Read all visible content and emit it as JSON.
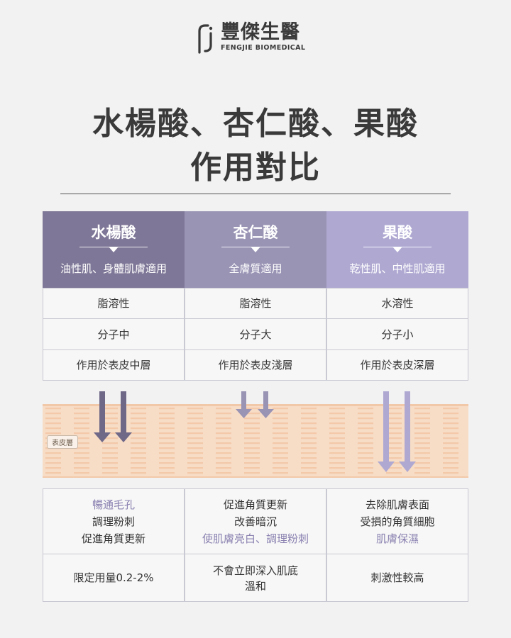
{
  "brand": {
    "name_cn": "豐傑生醫",
    "name_en": "FENGJIE BIOMEDICAL"
  },
  "title": {
    "line1": "水楊酸、杏仁酸、果酸",
    "line2": "作用對比"
  },
  "columns": [
    {
      "name": "水楊酸",
      "suitable": "油性肌、身體肌膚適用",
      "solubility": "脂溶性",
      "molecule": "分子中",
      "depth": "作用於表皮中層",
      "effects": [
        {
          "text": "暢通毛孔",
          "highlight": true
        },
        {
          "text": "調理粉刺",
          "highlight": false
        },
        {
          "text": "促進角質更新",
          "highlight": false
        }
      ],
      "note": [
        "限定用量0.2-2%"
      ]
    },
    {
      "name": "杏仁酸",
      "suitable": "全膚質適用",
      "solubility": "脂溶性",
      "molecule": "分子大",
      "depth": "作用於表皮淺層",
      "effects": [
        {
          "text": "促進角質更新",
          "highlight": false
        },
        {
          "text": "改善暗沉",
          "highlight": false
        },
        {
          "text": "使肌膚亮白、調理粉刺",
          "highlight": true
        }
      ],
      "note": [
        "不會立即深入肌底",
        "溫和"
      ]
    },
    {
      "name": "果酸",
      "suitable": "乾性肌、中性肌適用",
      "solubility": "水溶性",
      "molecule": "分子小",
      "depth": "作用於表皮深層",
      "effects": [
        {
          "text": "去除肌膚表面",
          "highlight": false
        },
        {
          "text": "受損的角質細胞",
          "highlight": false
        },
        {
          "text": "肌膚保濕",
          "highlight": true
        }
      ],
      "note": [
        "刺激性較高"
      ]
    }
  ],
  "skin_layer_label": "表皮層",
  "colors": {
    "header_1": "#7f7797",
    "header_2": "#9993b4",
    "header_3": "#afa9d2",
    "skin": "#f7dcc6",
    "highlight_text": "#8a80b0"
  }
}
